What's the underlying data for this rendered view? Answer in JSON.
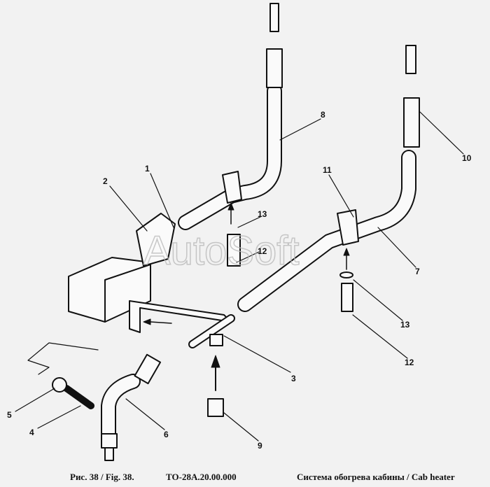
{
  "caption": {
    "figure": "Рис. 38 / Fig. 38.",
    "code": "ТО-28А.20.00.000",
    "title": "Система обогрева кабины / Cab heater"
  },
  "watermark": "AutoSoft",
  "callouts": [
    "1",
    "2",
    "3",
    "4",
    "5",
    "6",
    "7",
    "8",
    "9",
    "10",
    "11",
    "12",
    "12",
    "13",
    "13"
  ]
}
